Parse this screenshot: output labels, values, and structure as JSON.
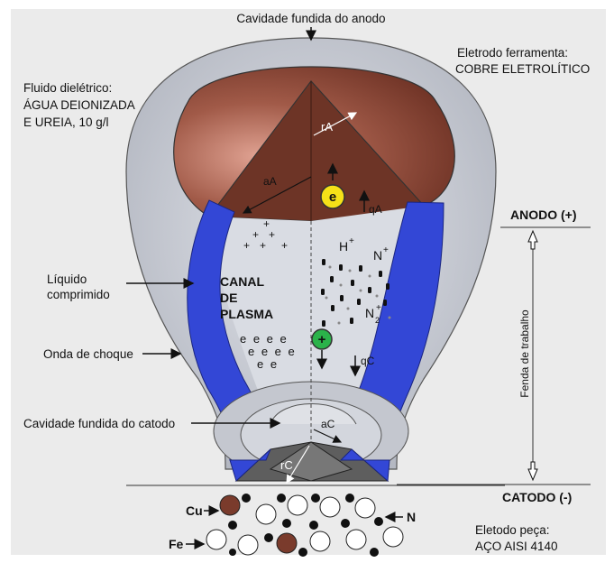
{
  "labels": {
    "anode_cavity": "Cavidade fundida do anodo",
    "tool_line1": "Eletrodo ferramenta:",
    "tool_line2": "COBRE ELETROLÍTICO",
    "fluid_line1": "Fluido dielétrico:",
    "fluid_line2": "ÁGUA DEIONIZADA",
    "fluid_line3": "E UREIA, 10 g/l",
    "compressed_line1": "Líquido",
    "compressed_line2": "comprimido",
    "shock_wave": "Onda de choque",
    "cathode_cavity": "Cavidade fundida do catodo",
    "anode": "ANODO (+)",
    "cathode": "CATODO (-)",
    "gap": "Fenda de trabalho",
    "workpiece_line1": "Eletodo peça:",
    "workpiece_line2": "AÇO AISI 4140",
    "canal_line1": "CANAL",
    "canal_line2": "DE",
    "canal_line3": "PLASMA",
    "cu": "Cu",
    "fe": "Fe",
    "n": "N"
  },
  "symbols": {
    "rA": "rA",
    "aA": "aA",
    "qA": "qA",
    "qC": "qC",
    "aC": "aC",
    "rC": "rC",
    "electron": "e",
    "positive_ion": "+",
    "h_ion": "H",
    "n_ion": "N",
    "n2_ion": "N",
    "ion_charge": "+",
    "n2_sub": "2"
  },
  "electrons": [
    "e e e e",
    "e e e e",
    "e e"
  ],
  "colors": {
    "copper": "#7a3b2c",
    "copper_light": "#c98a78",
    "liquid_blue": "#3347d6",
    "plasma_grey": "#d8dbe2",
    "envelope_grey": "#b8bcc6",
    "workpiece_grey": "#555555",
    "electron_yellow": "#f5e118",
    "ion_green": "#2bb34a"
  }
}
